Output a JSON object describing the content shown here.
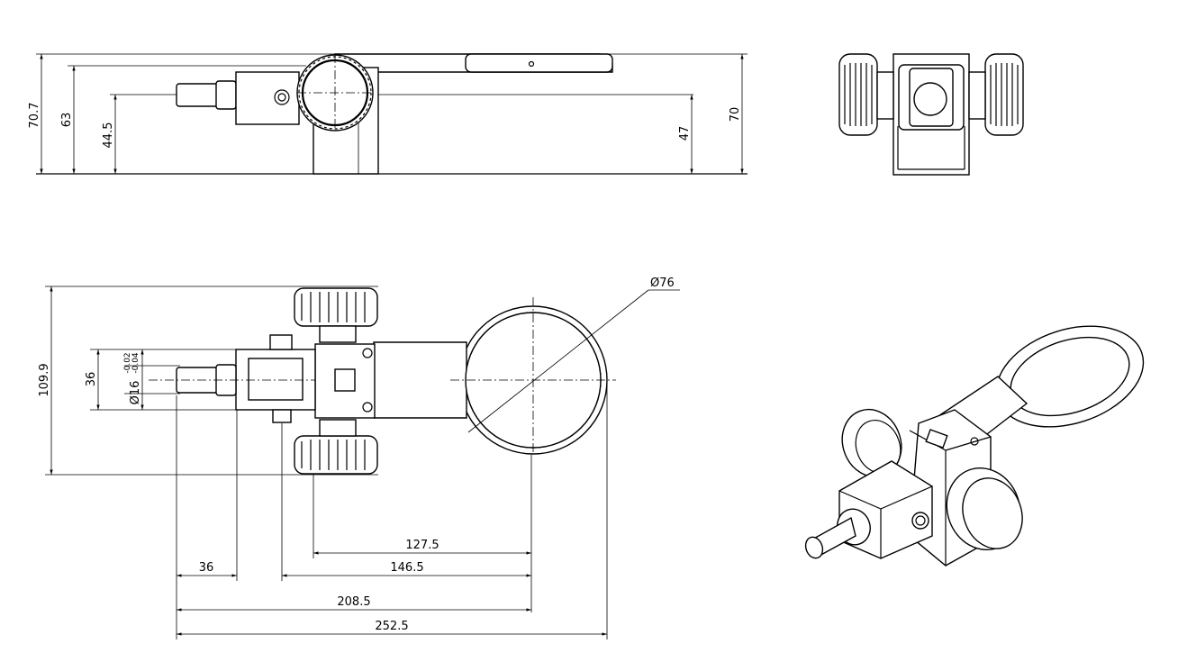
{
  "dimensions": {
    "front_height_total": "70.7",
    "front_height_63": "63",
    "front_height_shaft": "44.5",
    "front_height_ring": "47",
    "front_height_70": "70",
    "top_height_total": "109.9",
    "top_height_36": "36",
    "top_diam_shaft": "Ø16",
    "top_tol_upper": "-0.02",
    "top_tol_lower": "-0.04",
    "ring_diameter": "Ø76",
    "len_127_5": "127.5",
    "len_146_5": "146.5",
    "len_36": "36",
    "len_208_5": "208.5",
    "len_252_5": "252.5"
  }
}
